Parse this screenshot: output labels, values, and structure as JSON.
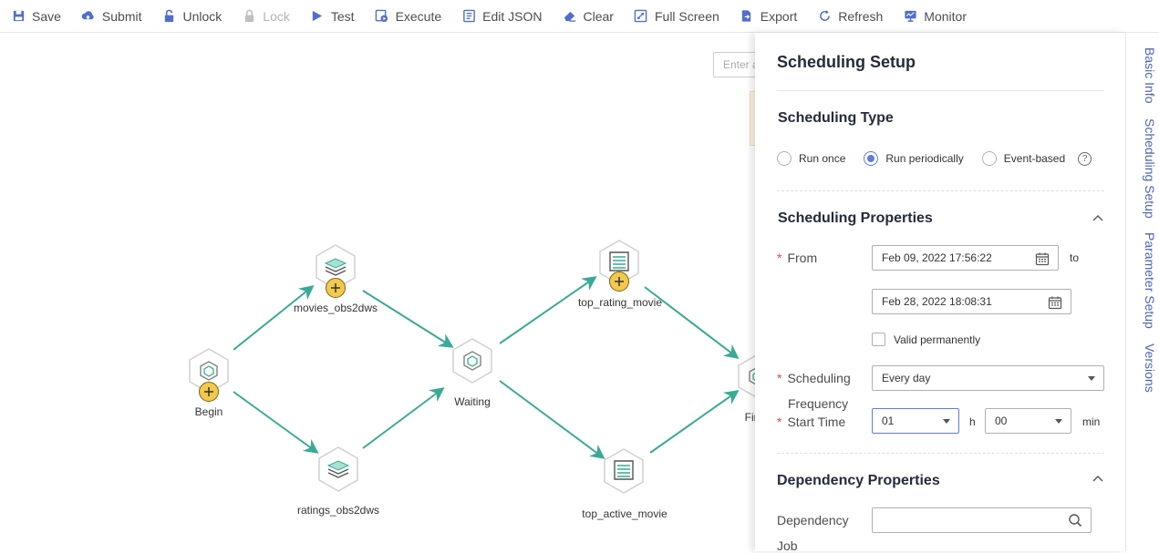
{
  "toolbar": {
    "items": [
      {
        "label": "Save",
        "icon": "save-icon",
        "disabled": false
      },
      {
        "label": "Submit",
        "icon": "cloud-upload-icon",
        "disabled": false
      },
      {
        "label": "Unlock",
        "icon": "unlock-icon",
        "disabled": false
      },
      {
        "label": "Lock",
        "icon": "lock-icon",
        "disabled": true
      },
      {
        "label": "Test",
        "icon": "play-icon",
        "disabled": false
      },
      {
        "label": "Execute",
        "icon": "execute-icon",
        "disabled": false
      },
      {
        "label": "Edit JSON",
        "icon": "json-icon",
        "disabled": false
      },
      {
        "label": "Clear",
        "icon": "eraser-icon",
        "disabled": false
      },
      {
        "label": "Full Screen",
        "icon": "fullscreen-icon",
        "disabled": false
      },
      {
        "label": "Export",
        "icon": "export-icon",
        "disabled": false
      },
      {
        "label": "Refresh",
        "icon": "refresh-icon",
        "disabled": false
      },
      {
        "label": "Monitor",
        "icon": "monitor-icon",
        "disabled": false
      }
    ]
  },
  "canvas": {
    "search_placeholder": "Enter a",
    "nodes": {
      "begin": "Begin",
      "movies": "movies_obs2dws",
      "ratings": "ratings_obs2dws",
      "waiting": "Waiting",
      "top_rating": "top_rating_movie",
      "top_active": "top_active_movie",
      "finish": "Fin"
    },
    "edge_color": "#3aaa94",
    "plus_color": "#f2c94c"
  },
  "panel": {
    "title": "Scheduling Setup",
    "scheduling_type": {
      "title": "Scheduling Type",
      "options": [
        "Run once",
        "Run periodically",
        "Event-based"
      ],
      "selected": "Run periodically"
    },
    "properties": {
      "title": "Scheduling Properties",
      "from_label": "From",
      "from_value": "Feb 09, 2022 17:56:22",
      "to_label": "to",
      "to_value": "Feb 28, 2022 18:08:31",
      "valid_permanently": "Valid permanently",
      "frequency_label_1": "Scheduling",
      "frequency_label_2": "Frequency",
      "frequency_value": "Every day",
      "start_time_label": "Start Time",
      "hour_value": "01",
      "hour_unit": "h",
      "minute_value": "00",
      "minute_unit": "min"
    },
    "dependency": {
      "title": "Dependency Properties",
      "job_label_1": "Dependency",
      "job_label_2": "Job"
    }
  },
  "rail": {
    "tabs": [
      "Basic Info",
      "Scheduling Setup",
      "Parameter Setup",
      "Versions"
    ]
  },
  "colors": {
    "accent": "#5e7ce0",
    "required": "#e54545",
    "tab_text": "#4f63b8"
  }
}
